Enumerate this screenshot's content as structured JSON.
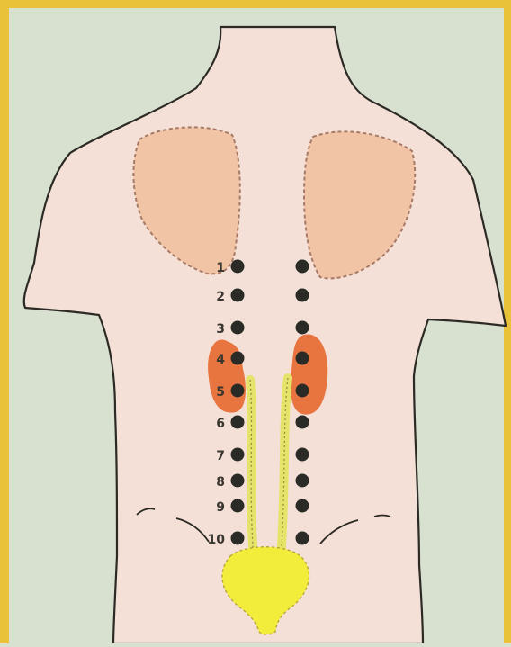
{
  "colors": {
    "frame": "#e9c23a",
    "paper": "#d8e0cf",
    "skin": "#f4e0d6",
    "outline": "#2c2a24",
    "lung_fill": "#f2c4a6",
    "lung_border": "#a67a66",
    "kidney": "#e8743f",
    "ureter": "#e6e36a",
    "bladder": "#f2ec3a",
    "point": "#2a2a26",
    "label": "#3a3631"
  },
  "points": {
    "labels": [
      "1",
      "2",
      "3",
      "4",
      "5",
      "6",
      "7",
      "8",
      "9",
      "10"
    ]
  }
}
